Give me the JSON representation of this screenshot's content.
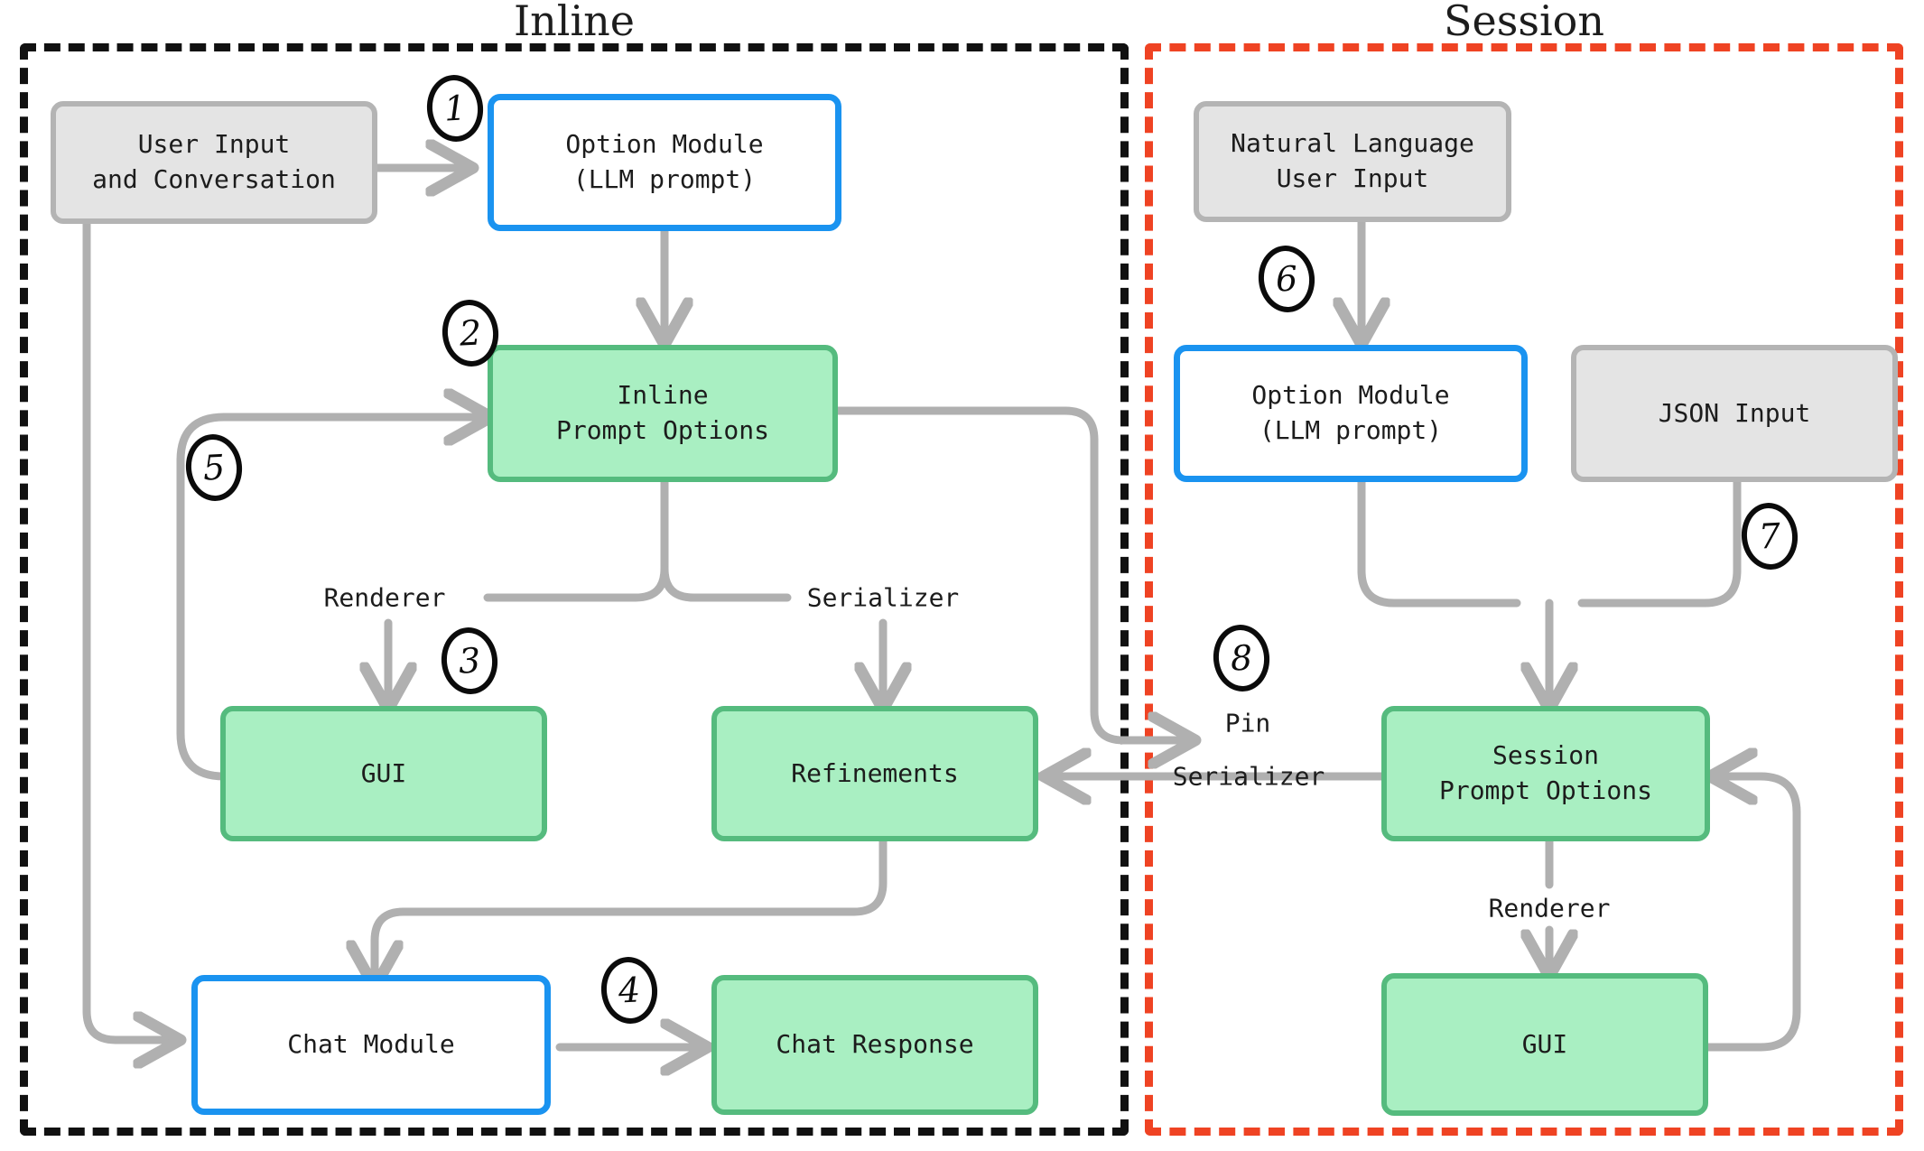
{
  "diagram": {
    "title_left": "Inline",
    "title_right": "Session",
    "colors": {
      "inline_frame": "#111111",
      "session_frame": "#ef4323",
      "module_border": "#1a93f0",
      "data_fill": "#a9efc2",
      "data_border": "#55bb7e",
      "input_fill": "#e4e4e4",
      "input_border": "#b4b4b4",
      "wire": "#b0b0b0"
    }
  },
  "inline_panel": {
    "label": "Inline",
    "nodes": {
      "user_input": "User Input\nand Conversation",
      "option_module": "Option Module\n(LLM prompt)",
      "prompt_options": "Inline\nPrompt Options",
      "gui": "GUI",
      "refinements": "Refinements",
      "chat_module": "Chat Module",
      "chat_response": "Chat Response"
    },
    "edge_labels": {
      "renderer": "Renderer",
      "serializer": "Serializer"
    },
    "steps": [
      {
        "id": "1",
        "glyph": "1"
      },
      {
        "id": "2",
        "glyph": "2"
      },
      {
        "id": "3",
        "glyph": "3"
      },
      {
        "id": "4",
        "glyph": "4"
      },
      {
        "id": "5",
        "glyph": "5"
      }
    ]
  },
  "session_panel": {
    "label": "Session",
    "nodes": {
      "nl_user_input": "Natural Language\nUser Input",
      "option_module": "Option Module\n(LLM prompt)",
      "json_input": "JSON Input",
      "prompt_options": "Session\nPrompt Options",
      "gui": "GUI"
    },
    "edge_labels": {
      "pin": "Pin",
      "serializer": "Serializer",
      "renderer": "Renderer"
    },
    "steps": [
      {
        "id": "6",
        "glyph": "6"
      },
      {
        "id": "7",
        "glyph": "7"
      },
      {
        "id": "8",
        "glyph": "8"
      }
    ]
  }
}
